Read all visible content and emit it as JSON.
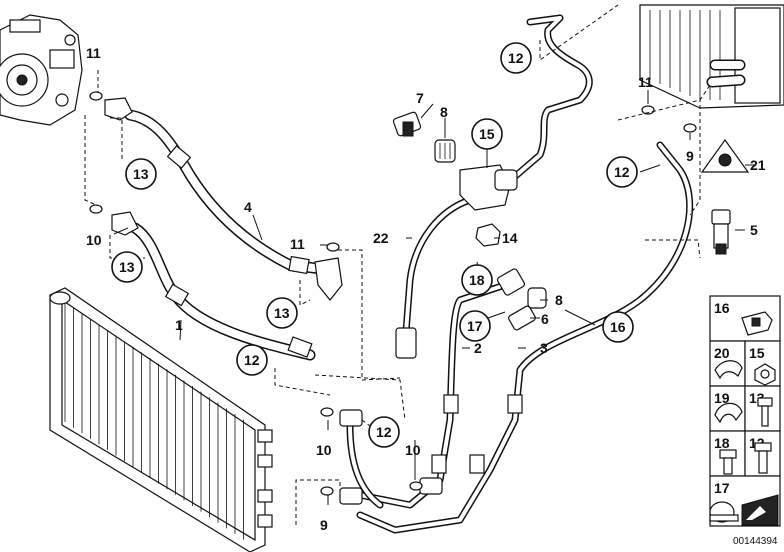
{
  "labels": {
    "l1": "1",
    "l2": "2",
    "l3": "3",
    "l4": "4",
    "l5": "5",
    "l6": "6",
    "l7": "7",
    "l8a": "8",
    "l8b": "8",
    "l9a": "9",
    "l9b": "9",
    "l10a": "10",
    "l10b": "10",
    "l10c": "10",
    "l11a": "11",
    "l11b": "11",
    "l11c": "11",
    "l12a": "12",
    "l12b": "12",
    "l12c": "12",
    "l12d": "12",
    "l13a": "13",
    "l13b": "13",
    "l13c": "13",
    "l14": "14",
    "l15": "15",
    "l16": "16",
    "l17": "17",
    "l18": "18",
    "l21": "21",
    "l22": "22"
  },
  "legend": {
    "items": [
      {
        "num": "16"
      },
      {
        "num": "20"
      },
      {
        "num": "15"
      },
      {
        "num": "19"
      },
      {
        "num": "13"
      },
      {
        "num": "18"
      },
      {
        "num": "12"
      },
      {
        "num": "17"
      }
    ]
  },
  "document_number": "00144394"
}
